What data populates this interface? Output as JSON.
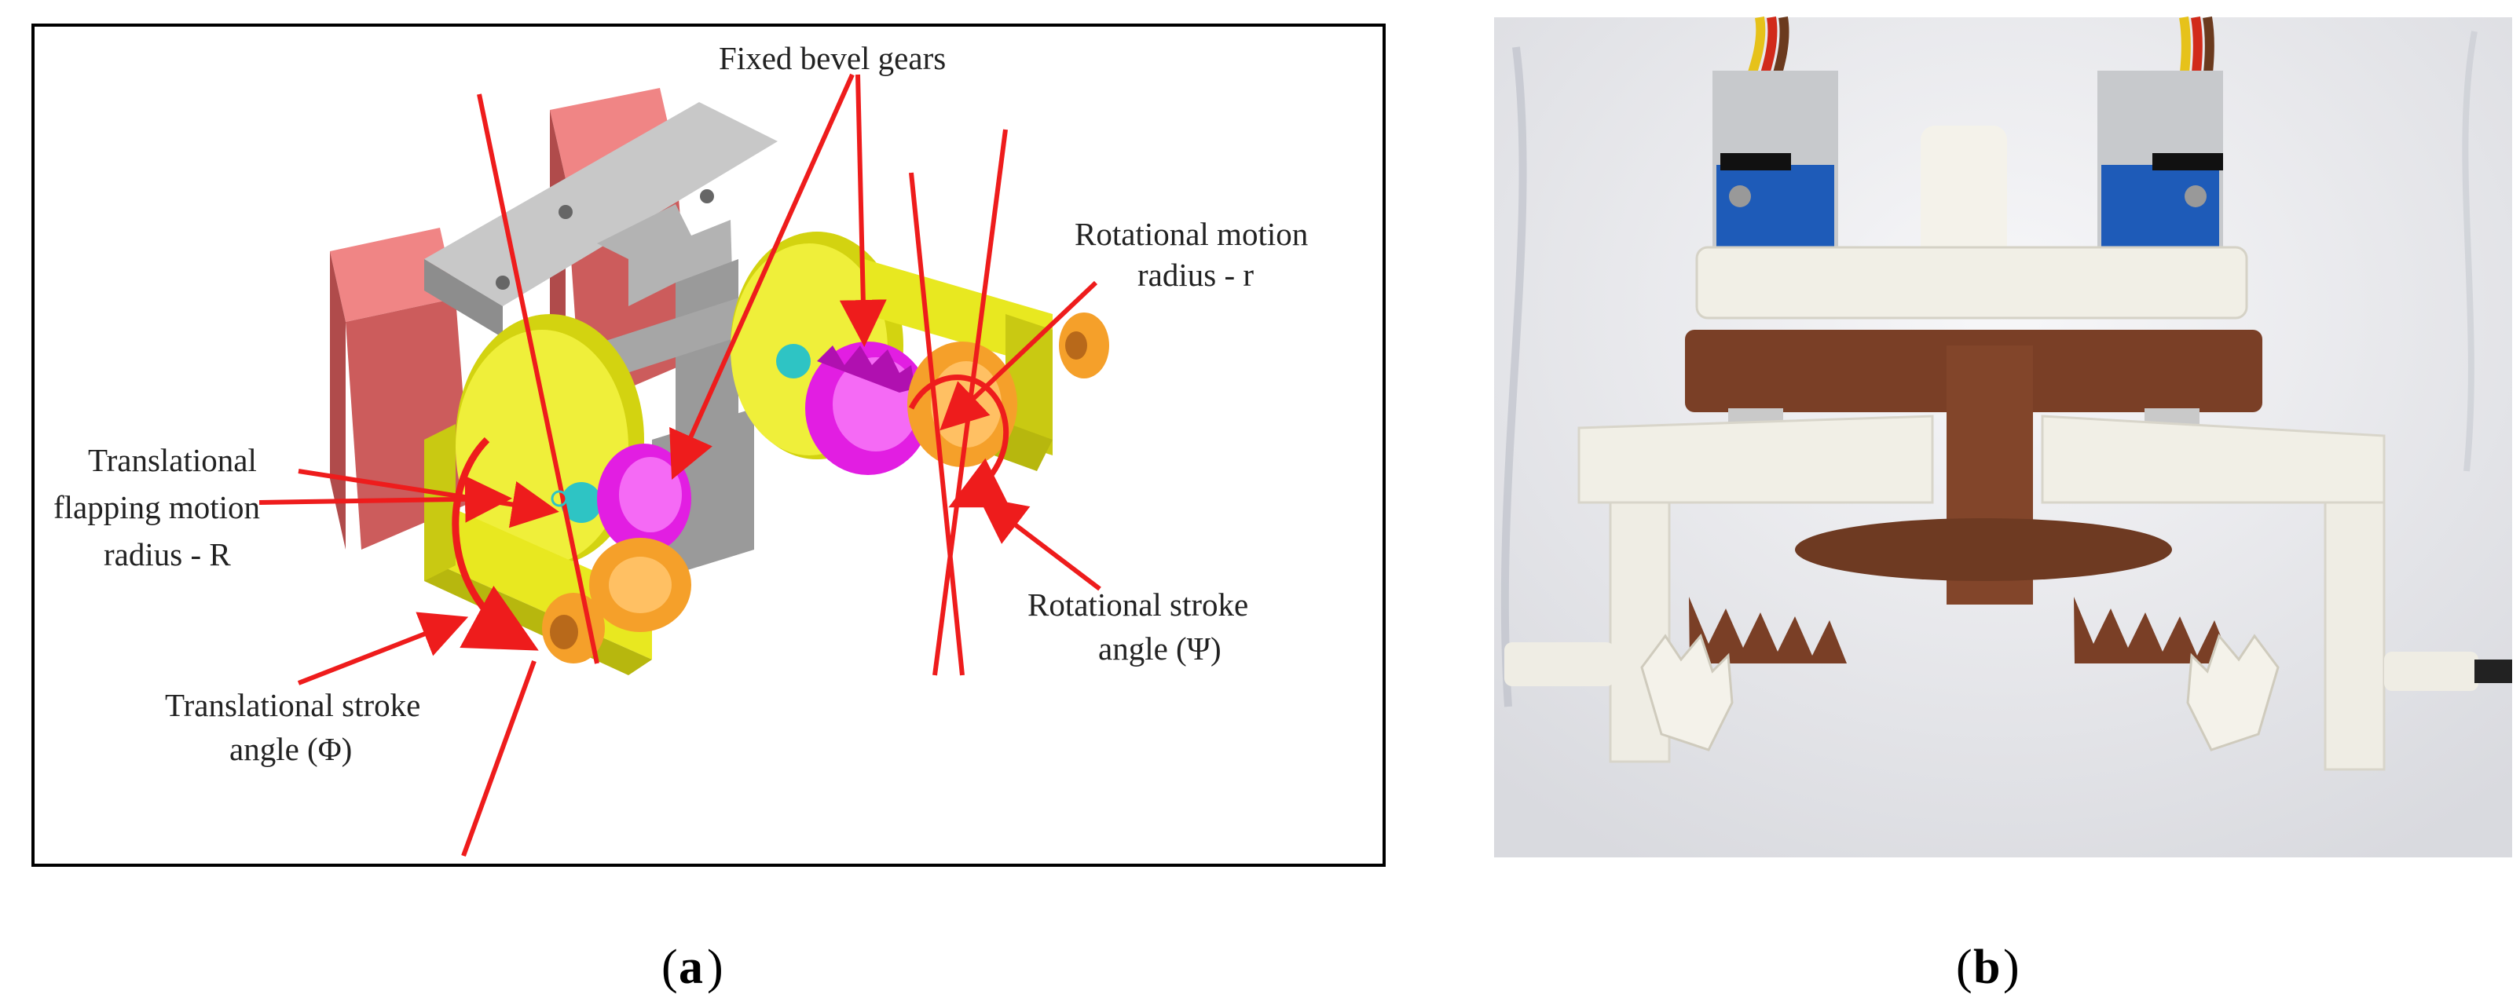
{
  "panel_a": {
    "labels": {
      "fixed_bevel": "Fixed  bevel gears",
      "rot_radius_1": "Rotational motion",
      "rot_radius_2": "radius - r",
      "trans_radius_1": "Translational",
      "trans_radius_2": "flapping motion",
      "trans_radius_3": "radius - R",
      "rot_stroke_1": "Rotational stroke",
      "rot_stroke_2": "angle (Ψ)",
      "trans_stroke_1": "Translational stroke",
      "trans_stroke_2": "angle (Φ)"
    },
    "caption_letter": "a"
  },
  "panel_b": {
    "caption_letter": "b"
  },
  "colors": {
    "annotation_red": "#ee1c1c",
    "servo_pink": "#e26a6a",
    "frame_grey": "#a9a9a9",
    "yellow_arm": "#e6e61a",
    "magenta_gear": "#e21ee2",
    "orange_gear": "#f5a02a",
    "brown_plate": "#7a3f26",
    "white_plastic": "#f1efe6",
    "servo_blue": "#1e5bb8"
  },
  "icons": [
    "ring-marker-icon"
  ]
}
